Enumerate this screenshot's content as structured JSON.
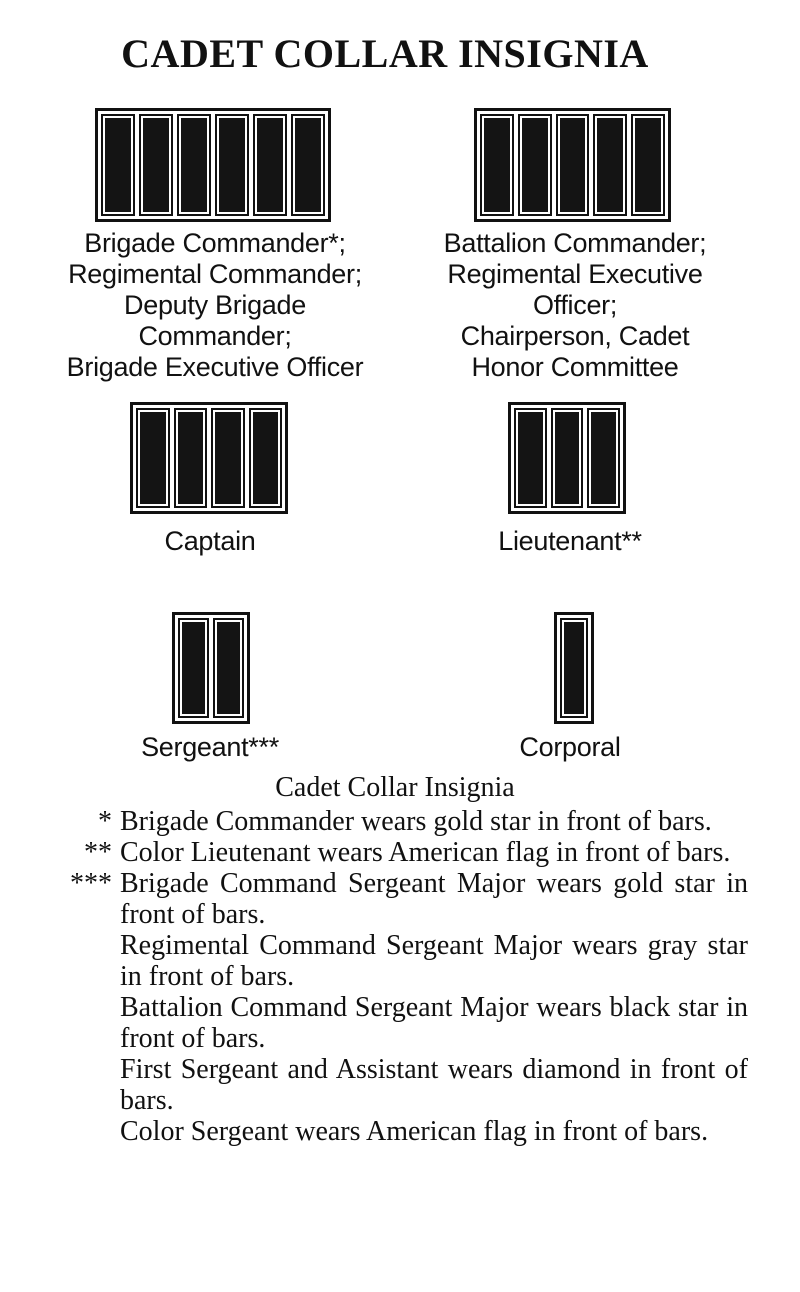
{
  "title": "CADET COLLAR INSIGNIA",
  "insignia": [
    {
      "bars": 6,
      "caption": [
        "Brigade Commander*;",
        "Regimental Commander;",
        "Deputy Brigade",
        "Commander;",
        "Brigade Executive Officer"
      ]
    },
    {
      "bars": 5,
      "caption": [
        "Battalion Commander;",
        "Regimental Executive",
        "Officer;",
        "Chairperson, Cadet",
        "Honor Committee"
      ]
    },
    {
      "bars": 4,
      "caption": [
        "Captain"
      ]
    },
    {
      "bars": 3,
      "caption": [
        "Lieutenant**"
      ]
    },
    {
      "bars": 2,
      "caption": [
        "Sergeant***"
      ]
    },
    {
      "bars": 1,
      "caption": [
        "Corporal"
      ]
    }
  ],
  "subtitle": "Cadet Collar Insignia",
  "notes": [
    {
      "mark": "*",
      "paragraphs": [
        "Brigade Commander wears gold star in front of bars."
      ]
    },
    {
      "mark": "**",
      "paragraphs": [
        "Color Lieutenant wears American flag in front of bars."
      ]
    },
    {
      "mark": "***",
      "paragraphs": [
        "Brigade Command Sergeant Major wears gold star in front of bars.",
        "Regimental Command Sergeant Major wears gray star in front of bars.",
        "Battalion Command Sergeant Major wears black star in front of bars.",
        "First Sergeant and Assistant wears diamond in front of bars.",
        "Color Sergeant wears American flag in front of bars."
      ]
    }
  ]
}
